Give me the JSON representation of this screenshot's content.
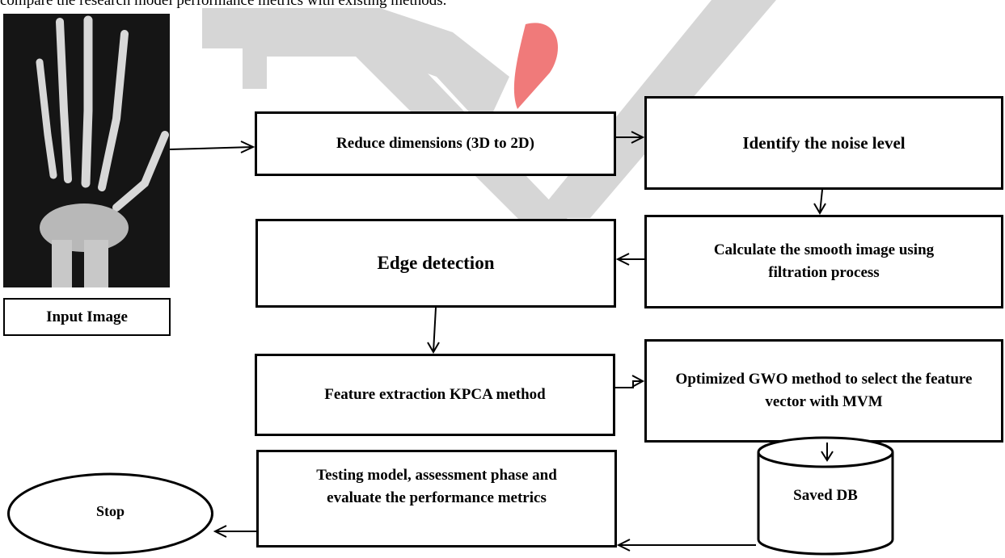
{
  "header_text": "compare the research model performance metrics with existing methods.",
  "nodes": {
    "input_image": "Input Image",
    "reduce_dimensions": "Reduce dimensions (3D to 2D)",
    "identify_noise": "Identify the noise level",
    "smooth_image": "Calculate the smooth image using filtration process",
    "edge_detection": "Edge detection",
    "feature_extraction": "Feature extraction KPCA method",
    "gwo_select": "Optimized GWO method to select the feature vector with MVM",
    "saved_db": "Saved DB",
    "testing_model": "Testing model, assessment phase and evaluate the performance metrics",
    "stop": "Stop"
  },
  "colors": {
    "watermark_gray": "#d6d6d6",
    "watermark_red": "#f07a7a",
    "stroke": "#000000"
  }
}
